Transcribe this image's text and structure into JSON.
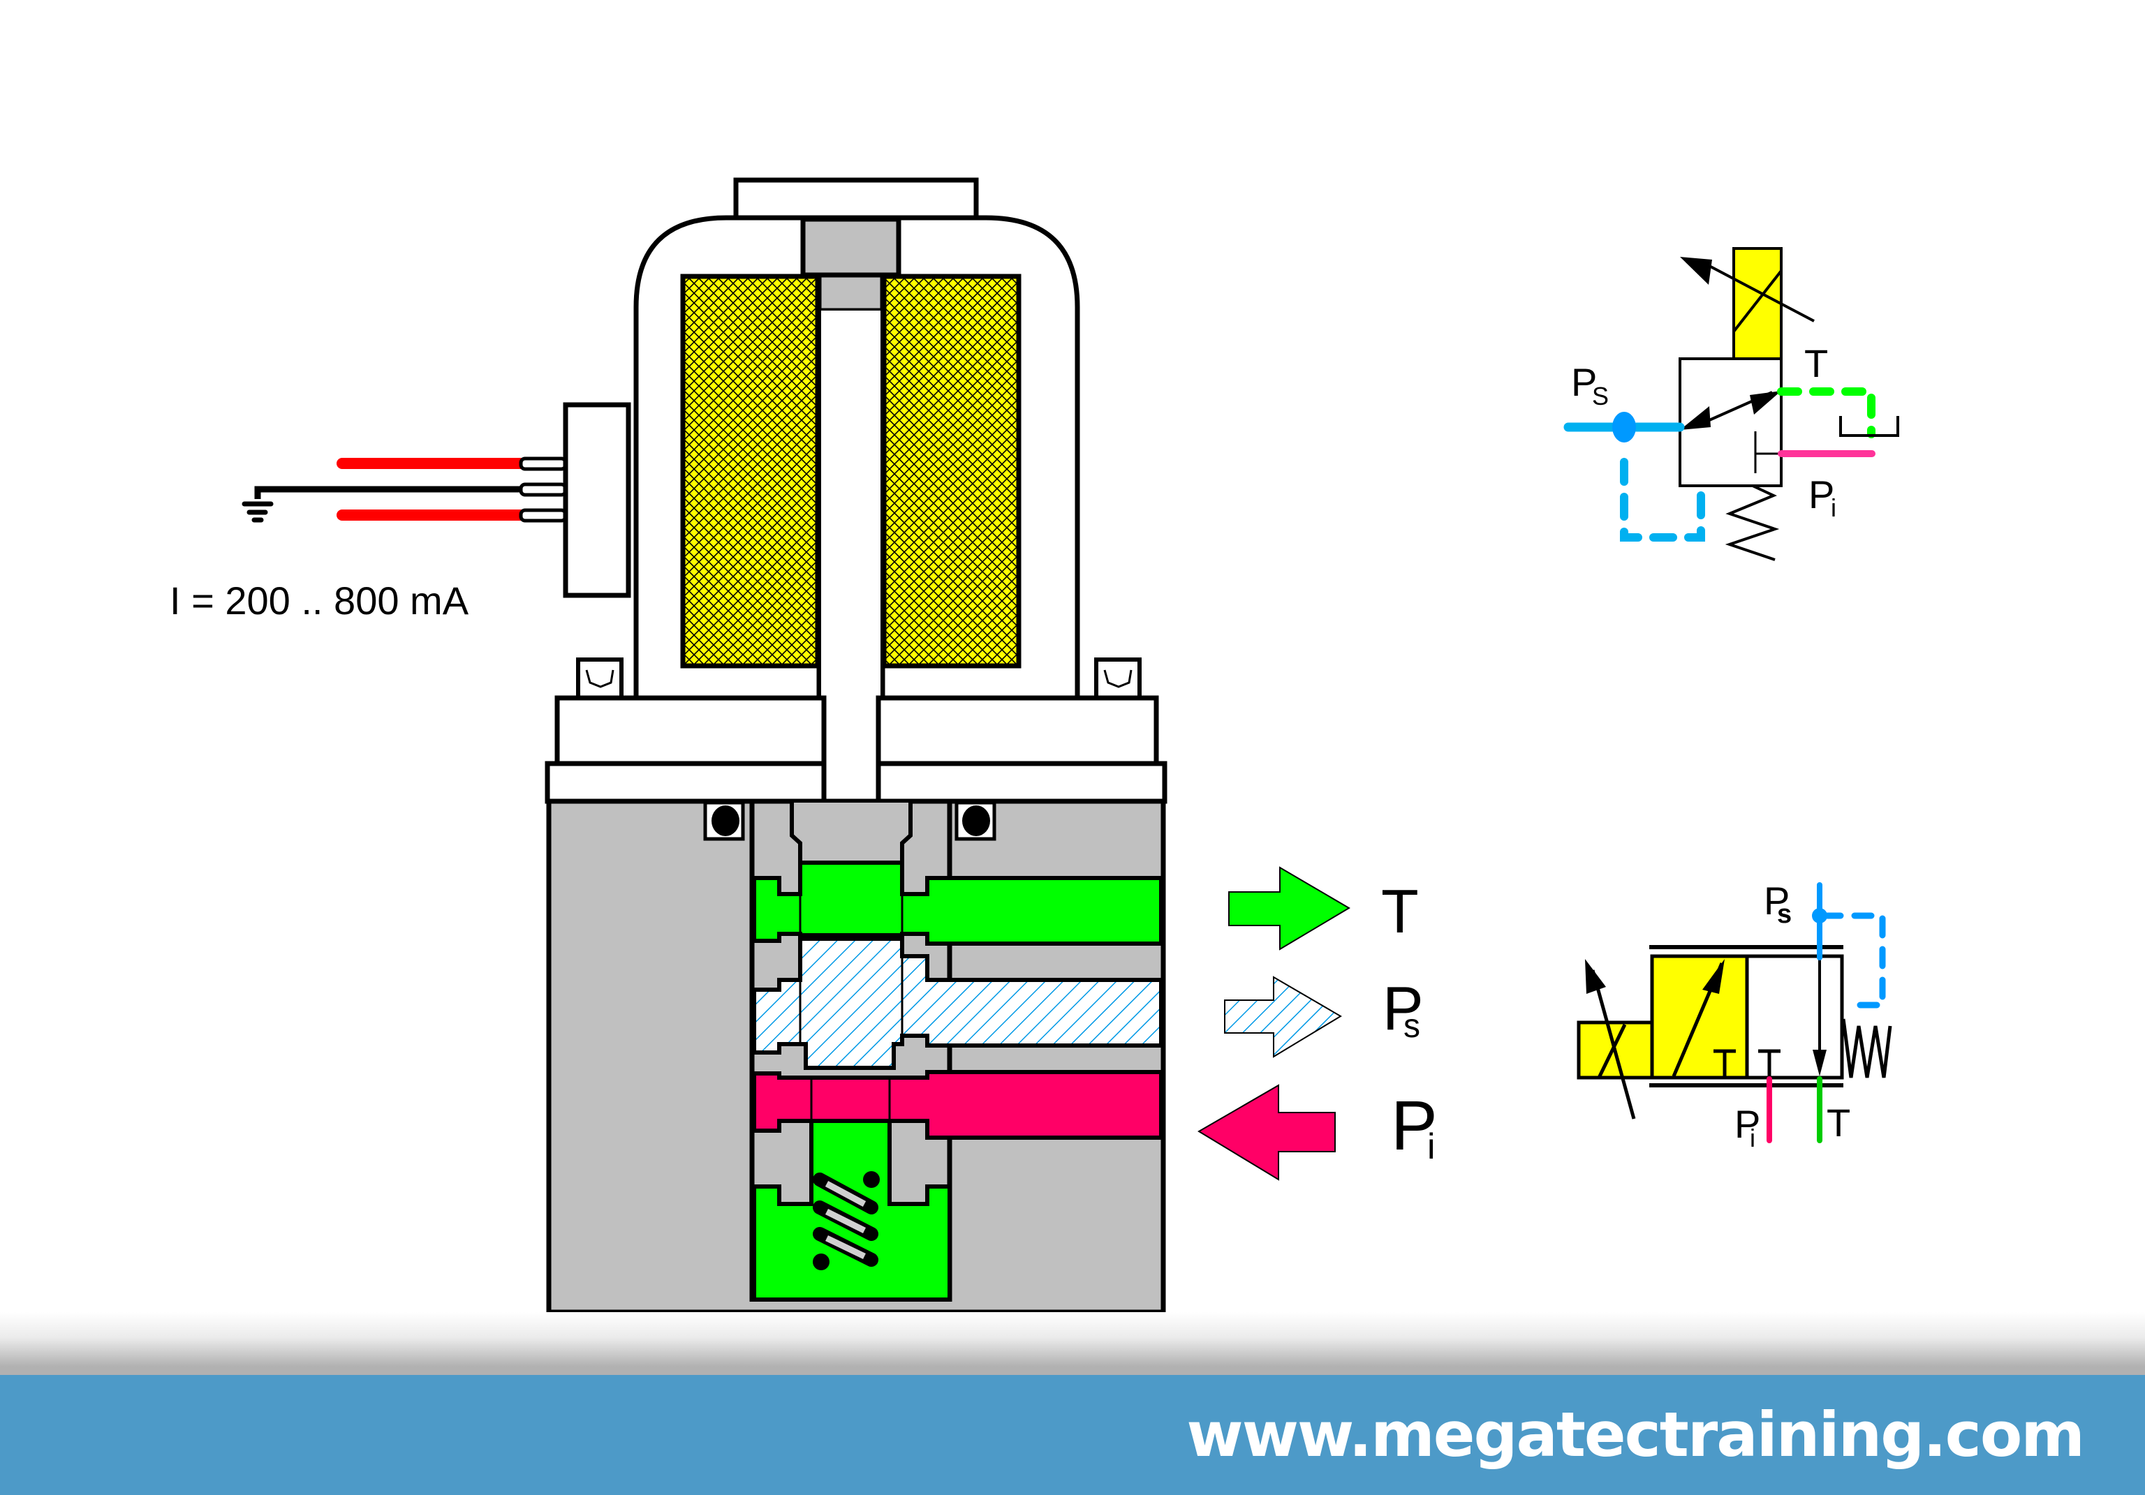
{
  "colors": {
    "coil_yellow": "#ffff00",
    "body_gray": "#c0c0c0",
    "tank_green": "#00ff00",
    "supply_blue": "#0099e6",
    "pilot_pink": "#ff0066",
    "wire_red": "#ff0000",
    "footer_blue": "#4d9ac8"
  },
  "cutaway": {
    "current_label": "I = 200 .. 800 mA",
    "ports": [
      {
        "id": "T",
        "label": "T",
        "sub": "",
        "direction": "out",
        "color": "#00ff00"
      },
      {
        "id": "Ps",
        "label": "P",
        "sub": "s",
        "direction": "out",
        "color": "#0099e6"
      },
      {
        "id": "Pi",
        "label": "P",
        "sub": "i",
        "direction": "in",
        "color": "#ff0066"
      }
    ]
  },
  "symbol_top": {
    "labels": {
      "ps": "P",
      "ps_sub": "S",
      "t": "T",
      "pi": "P",
      "pi_sub": "i"
    }
  },
  "symbol_bottom": {
    "labels": {
      "ps": "P",
      "ps_sub": "s",
      "pi": "P",
      "pi_sub": "i",
      "t": "T"
    }
  },
  "footer": {
    "url": "www.megatectraining.com"
  }
}
